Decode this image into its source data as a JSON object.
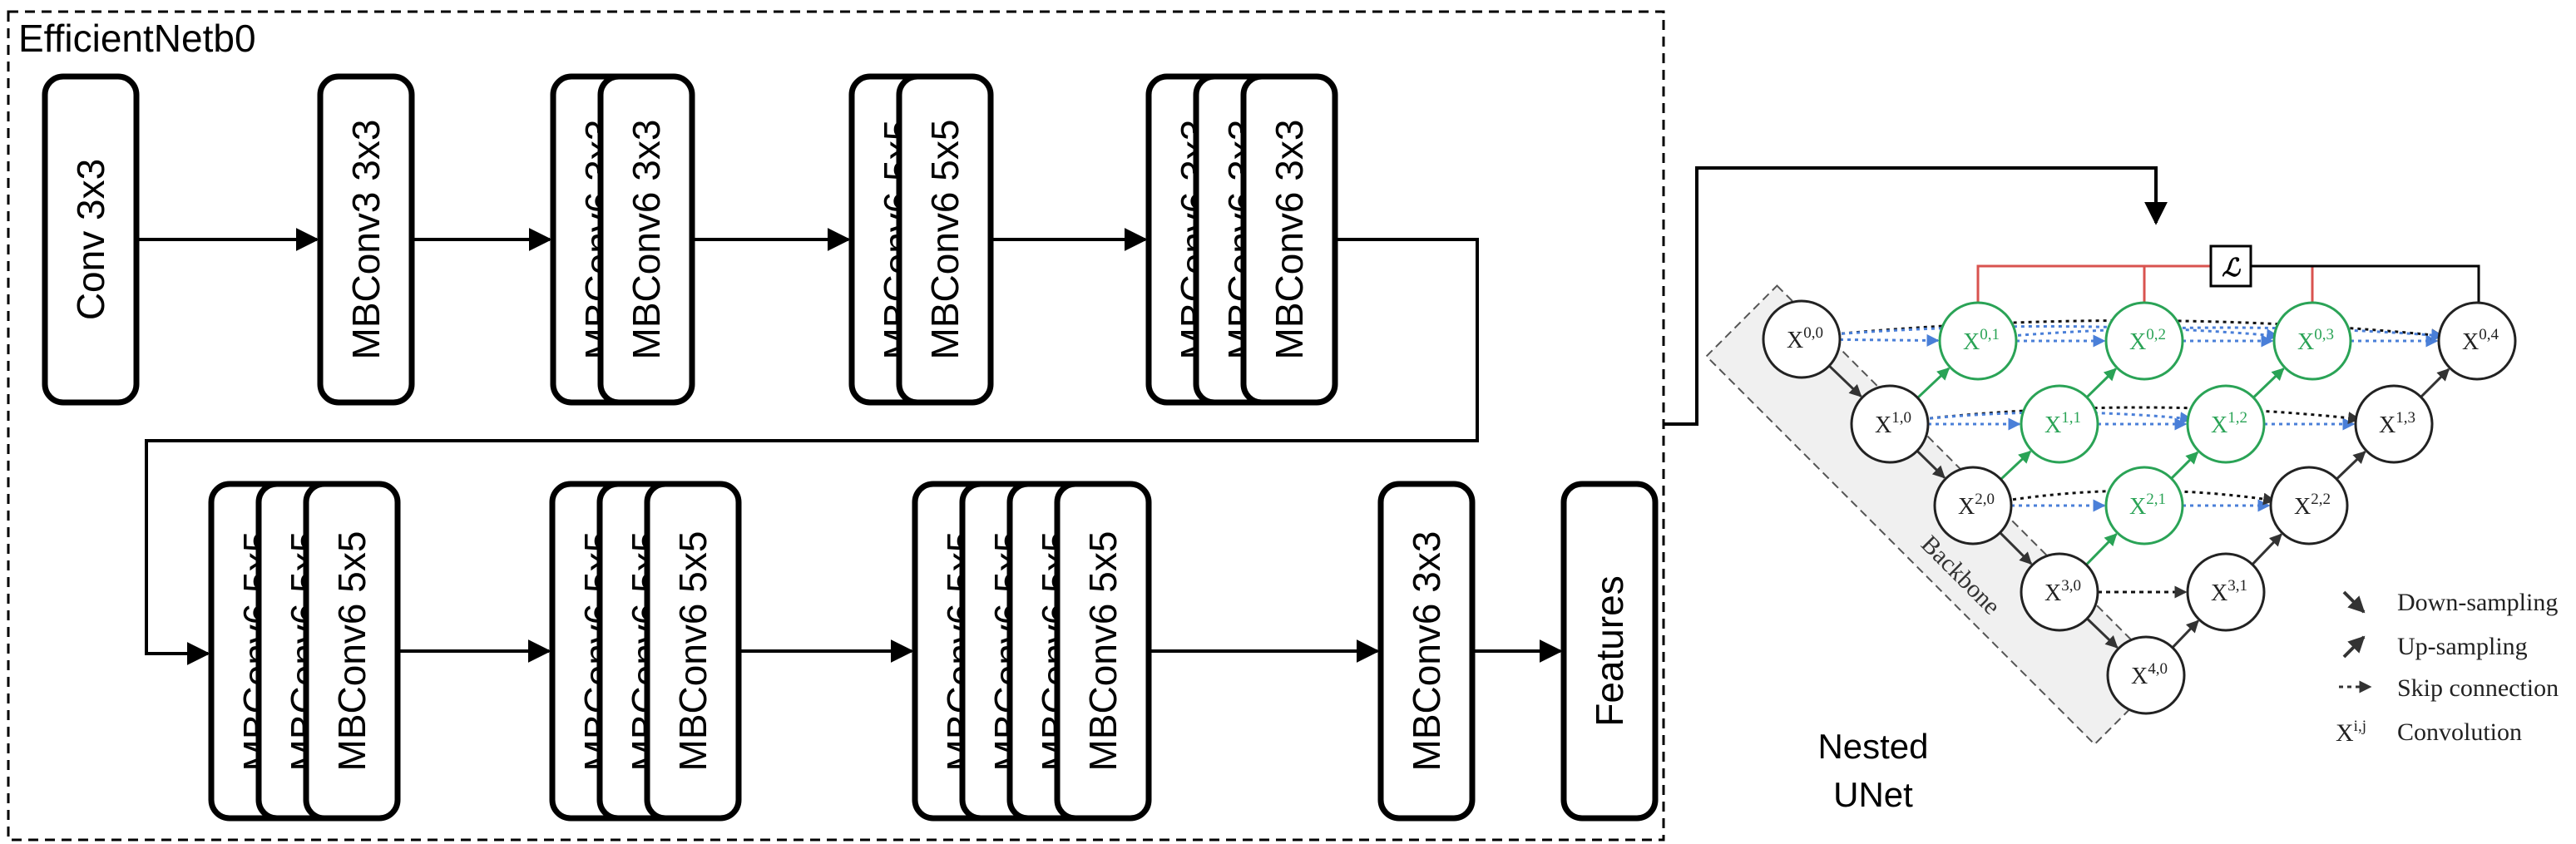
{
  "encoder": {
    "title": "EfficientNetb0",
    "row1": [
      {
        "label": "Conv 3x3",
        "blocks": 1
      },
      {
        "label": "MBConv3 3x3",
        "blocks": 1
      },
      {
        "label": "MBConv6 3x3",
        "blocks": 2
      },
      {
        "label": "MBConv6 5x5",
        "blocks": 2
      },
      {
        "label": "MBConv6 3x3",
        "blocks": 3
      }
    ],
    "row2": [
      {
        "label": "MBConv6 5x5",
        "blocks": 3
      },
      {
        "label": "MBConv6 5x5",
        "blocks": 3
      },
      {
        "label": "MBConv6 5x5",
        "blocks": 4
      },
      {
        "label": "MBConv6 3x3",
        "blocks": 1
      },
      {
        "label": "Features",
        "blocks": 1
      }
    ]
  },
  "unet": {
    "caption_line1": "Nested",
    "caption_line2": "UNet",
    "loss_symbol": "ℒ",
    "backbone_label": "Backbone",
    "node_prefix": "X",
    "nodes": [
      {
        "sup": "0,0",
        "type": "backbone"
      },
      {
        "sup": "1,0",
        "type": "backbone"
      },
      {
        "sup": "2,0",
        "type": "backbone"
      },
      {
        "sup": "3,0",
        "type": "backbone"
      },
      {
        "sup": "4,0",
        "type": "backbone"
      },
      {
        "sup": "0,1",
        "type": "nested"
      },
      {
        "sup": "0,2",
        "type": "nested"
      },
      {
        "sup": "0,3",
        "type": "nested"
      },
      {
        "sup": "1,1",
        "type": "nested"
      },
      {
        "sup": "1,2",
        "type": "nested"
      },
      {
        "sup": "2,1",
        "type": "nested"
      },
      {
        "sup": "0,4",
        "type": "decoder"
      },
      {
        "sup": "1,3",
        "type": "decoder"
      },
      {
        "sup": "2,2",
        "type": "decoder"
      },
      {
        "sup": "3,1",
        "type": "decoder"
      }
    ],
    "legend": {
      "down": "Down-sampling",
      "up": "Up-sampling",
      "skip": "Skip connection",
      "conv_symbol": "X",
      "conv_sup": "i,j",
      "conv": "Convolution"
    }
  },
  "colors": {
    "line": "#000000",
    "nested": "#2aa356",
    "skip_dense": "#4a7fd8",
    "loss_branch": "#d9534f",
    "backbone_band": "#f0f0f0"
  }
}
